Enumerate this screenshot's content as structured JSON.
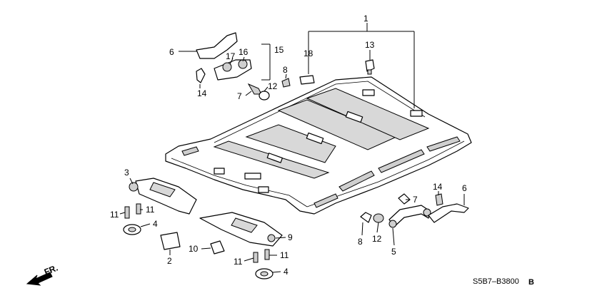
{
  "diagram": {
    "callouts": {
      "c1": "1",
      "c13": "13",
      "c18": "18",
      "c6a": "6",
      "c15": "15",
      "c16": "16",
      "c17": "17",
      "c8a": "8",
      "c12a": "12",
      "c7a": "7",
      "c14a": "14",
      "c3": "3",
      "c11a": "11",
      "c11b": "11",
      "c4a": "4",
      "c2": "2",
      "c10": "10",
      "c11c": "11",
      "c11d": "11",
      "c4b": "4",
      "c9": "9",
      "c8b": "8",
      "c12b": "12",
      "c7b": "7",
      "c5": "5",
      "c14b": "14",
      "c6b": "6"
    },
    "front_label": "FR.",
    "diagram_code": "S5B7–B3800",
    "diagram_suffix": "B"
  }
}
